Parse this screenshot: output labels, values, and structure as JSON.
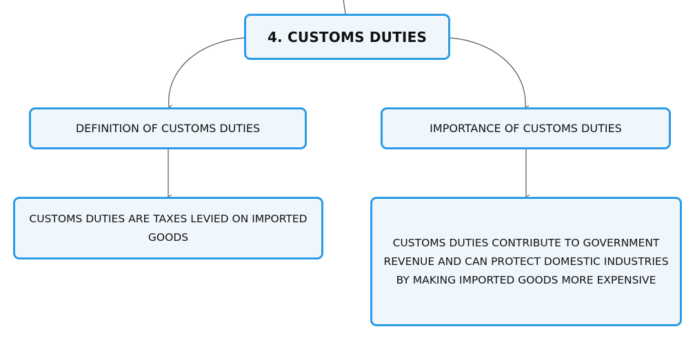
{
  "root": {
    "label": "4. CUSTOMS DUTIES"
  },
  "branches": [
    {
      "label": "DEFINITION OF CUSTOMS DUTIES",
      "child": "CUSTOMS DUTIES ARE TAXES LEVIED ON IMPORTED GOODS"
    },
    {
      "label": "IMPORTANCE OF CUSTOMS DUTIES",
      "child": "CUSTOMS DUTIES CONTRIBUTE TO GOVERNMENT REVENUE AND CAN PROTECT DOMESTIC INDUSTRIES BY MAKING IMPORTED GOODS MORE EXPENSIVE"
    }
  ],
  "colors": {
    "node_border": "#2b9be6",
    "node_fill": "#f0f7fc",
    "connector": "#555555"
  }
}
